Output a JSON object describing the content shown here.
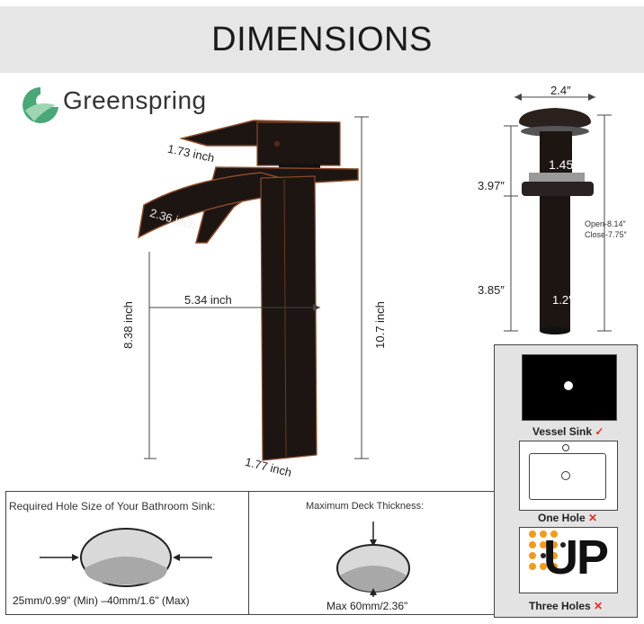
{
  "header": {
    "title": "DIMENSIONS"
  },
  "brand": {
    "name": "Greenspring"
  },
  "faucet_dims": {
    "top_handle": "1.73 inch",
    "spout_width": "2.36 inch",
    "reach": "5.34 inch",
    "spout_height": "8.38 inch",
    "total_height": "10.7 inch",
    "base": "1.77 inch"
  },
  "drain_dims": {
    "cap_width": "2.4″",
    "body_width": "1.45″",
    "upper_height": "3.97″",
    "lower_height": "3.85″",
    "pipe_width": "1.2″",
    "open": "Open-8.14″",
    "close": "Close-7.75″"
  },
  "hole_size": {
    "caption": "Required Hole Size of Your Bathroom Sink:",
    "range": "25mm/0.99\"  (Min)  –40mm/1.6\"  (Max)"
  },
  "deck": {
    "caption": "Maximum Deck Thickness:",
    "max": "Max 60mm/2.36\""
  },
  "sink_types": [
    {
      "label": "Vessel Sink",
      "mark": "✓"
    },
    {
      "label": "One Hole",
      "mark": "✕"
    },
    {
      "label": "Three Holes",
      "mark": "✕"
    }
  ],
  "colors": {
    "faucet": "#1d1512",
    "faucet_edge": "#8a4a2a",
    "accent_red": "#e03020",
    "watermark_orange": "#f39a1e",
    "logo_green": "#3aa870"
  },
  "watermark": {
    "text": "UP"
  }
}
